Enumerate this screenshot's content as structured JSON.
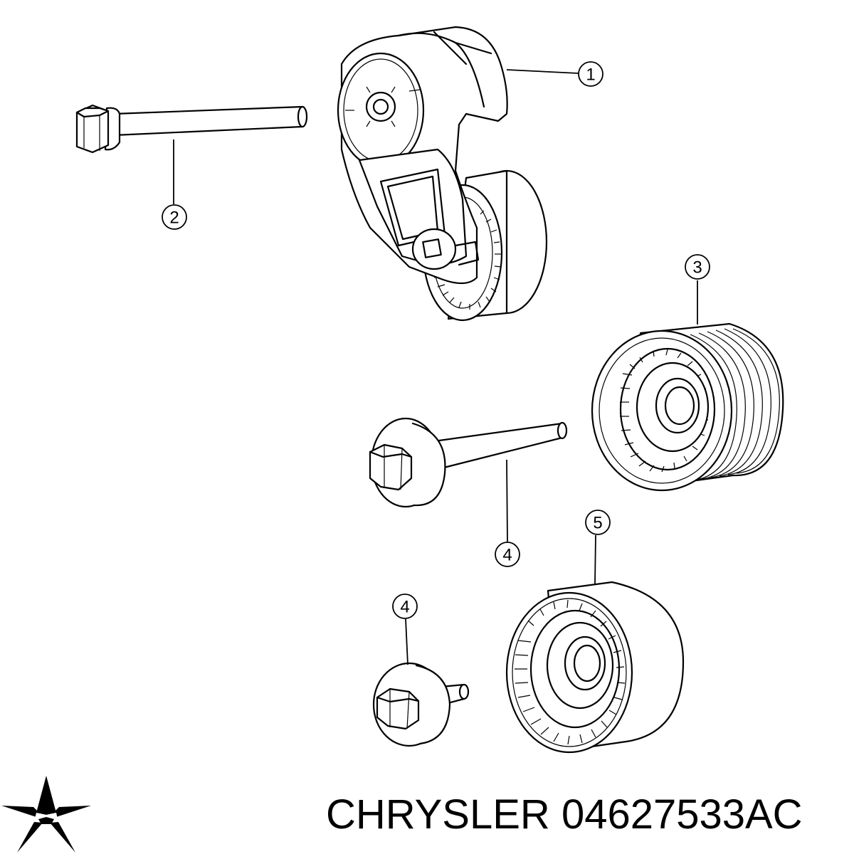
{
  "caption": {
    "brand": "CHRYSLER",
    "part_number": "04627533AC"
  },
  "logo": {
    "icon": "chrysler-pentastar-icon",
    "color": "#000000"
  },
  "callouts": {
    "c1": "1",
    "c2": "2",
    "c3": "3",
    "c4a": "4",
    "c4b": "4",
    "c5": "5"
  }
}
